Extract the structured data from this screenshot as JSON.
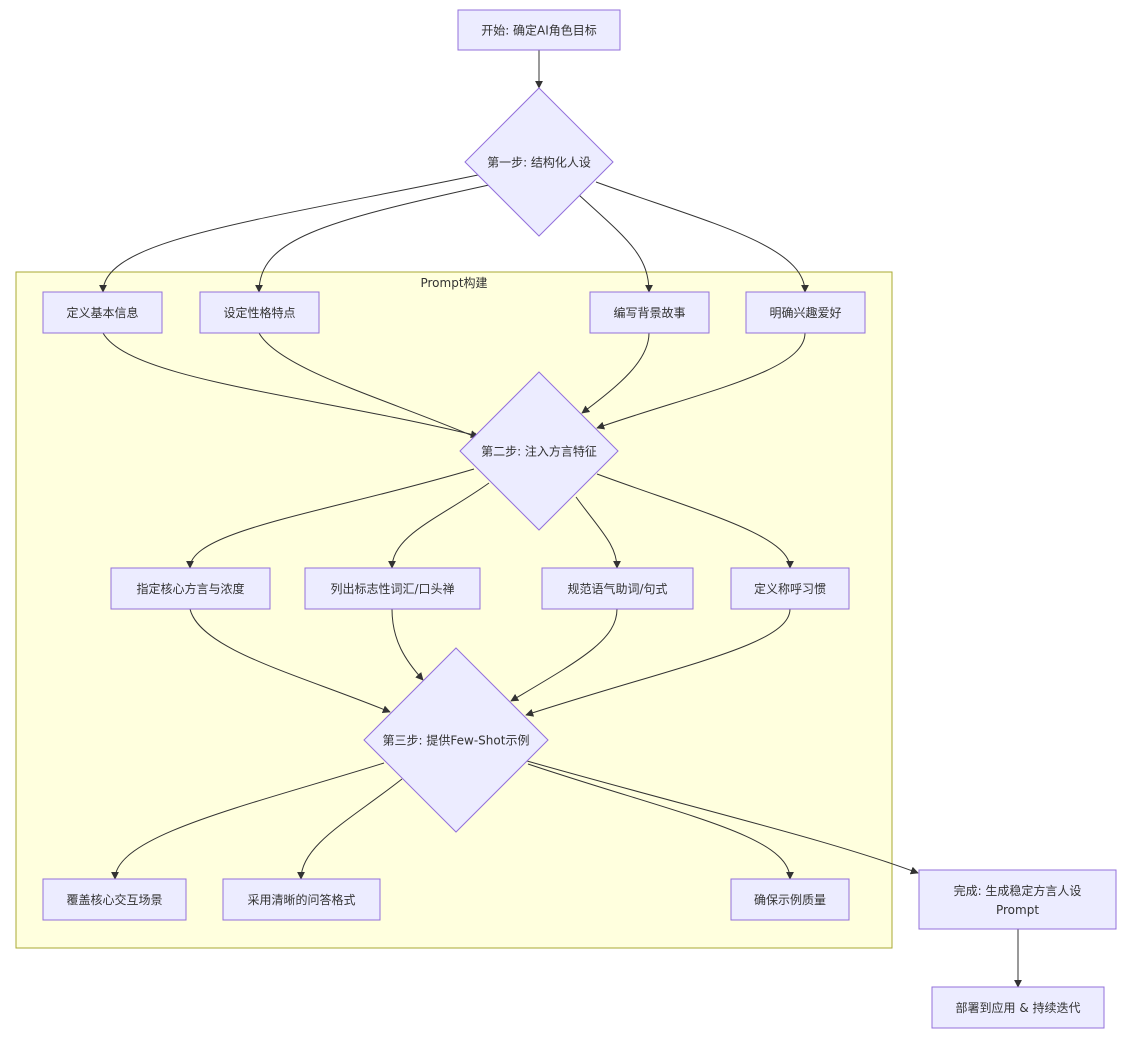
{
  "diagram": {
    "cluster": {
      "label": "Prompt构建"
    },
    "nodes": {
      "start": {
        "label": "开始: 确定AI角色目标"
      },
      "step1": {
        "label": "第一步: 结构化人设"
      },
      "basic_info": {
        "label": "定义基本信息"
      },
      "personality": {
        "label": "设定性格特点"
      },
      "backstory": {
        "label": "编写背景故事"
      },
      "hobbies": {
        "label": "明确兴趣爱好"
      },
      "step2": {
        "label": "第二步: 注入方言特征"
      },
      "dialect_core": {
        "label": "指定核心方言与浓度"
      },
      "signature_words": {
        "label": "列出标志性词汇/口头禅"
      },
      "particles": {
        "label": "规范语气助词/句式"
      },
      "address": {
        "label": "定义称呼习惯"
      },
      "step3": {
        "label": "第三步: 提供Few-Shot示例"
      },
      "scenarios": {
        "label": "覆盖核心交互场景"
      },
      "qa_format": {
        "label": "采用清晰的问答格式"
      },
      "quality": {
        "label": "确保示例质量"
      },
      "done": {
        "line1": "完成: 生成稳定方言人设",
        "line2": "Prompt"
      },
      "deploy": {
        "label": "部署到应用 & 持续迭代"
      }
    }
  }
}
